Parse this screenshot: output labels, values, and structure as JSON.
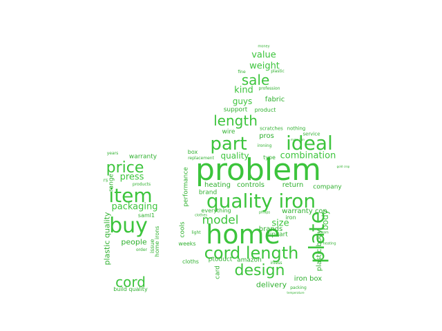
{
  "colors": {
    "background": "#ffffff",
    "word": "#3cc43c",
    "word_dark": "#2fb02f"
  },
  "words": [
    "problem",
    "home",
    "quality iron",
    "cord length",
    "plate",
    "part",
    "ideal",
    "item",
    "buy",
    "price",
    "design",
    "length",
    "sale",
    "cord",
    "model",
    "quality",
    "size",
    "packaging",
    "press",
    "value",
    "weight",
    "kind",
    "guys",
    "fabric",
    "support",
    "product",
    "combination",
    "pros",
    "body",
    "plastic body",
    "company",
    "heating",
    "controls",
    "return",
    "brand",
    "brands",
    "warranty",
    "warranty con",
    "delivery",
    "iron box",
    "amazon",
    "ptoduct",
    "cloths",
    "weeks",
    "card",
    "flipkart",
    "cools",
    "performance",
    "people",
    "issue",
    "range",
    "plastic quality",
    "home irons",
    "build quality",
    "wire",
    "scratches",
    "nothing",
    "service",
    "type",
    "ironing",
    "box",
    "replacement",
    "products",
    "saml1",
    "rs",
    "years",
    "order",
    "everything",
    "clothes",
    "iron",
    "light",
    "money",
    "fine",
    "profession",
    "plastic",
    "heating",
    "packing",
    "temperature",
    "inless",
    "philips",
    "make iron",
    "gold crop",
    "steam"
  ]
}
